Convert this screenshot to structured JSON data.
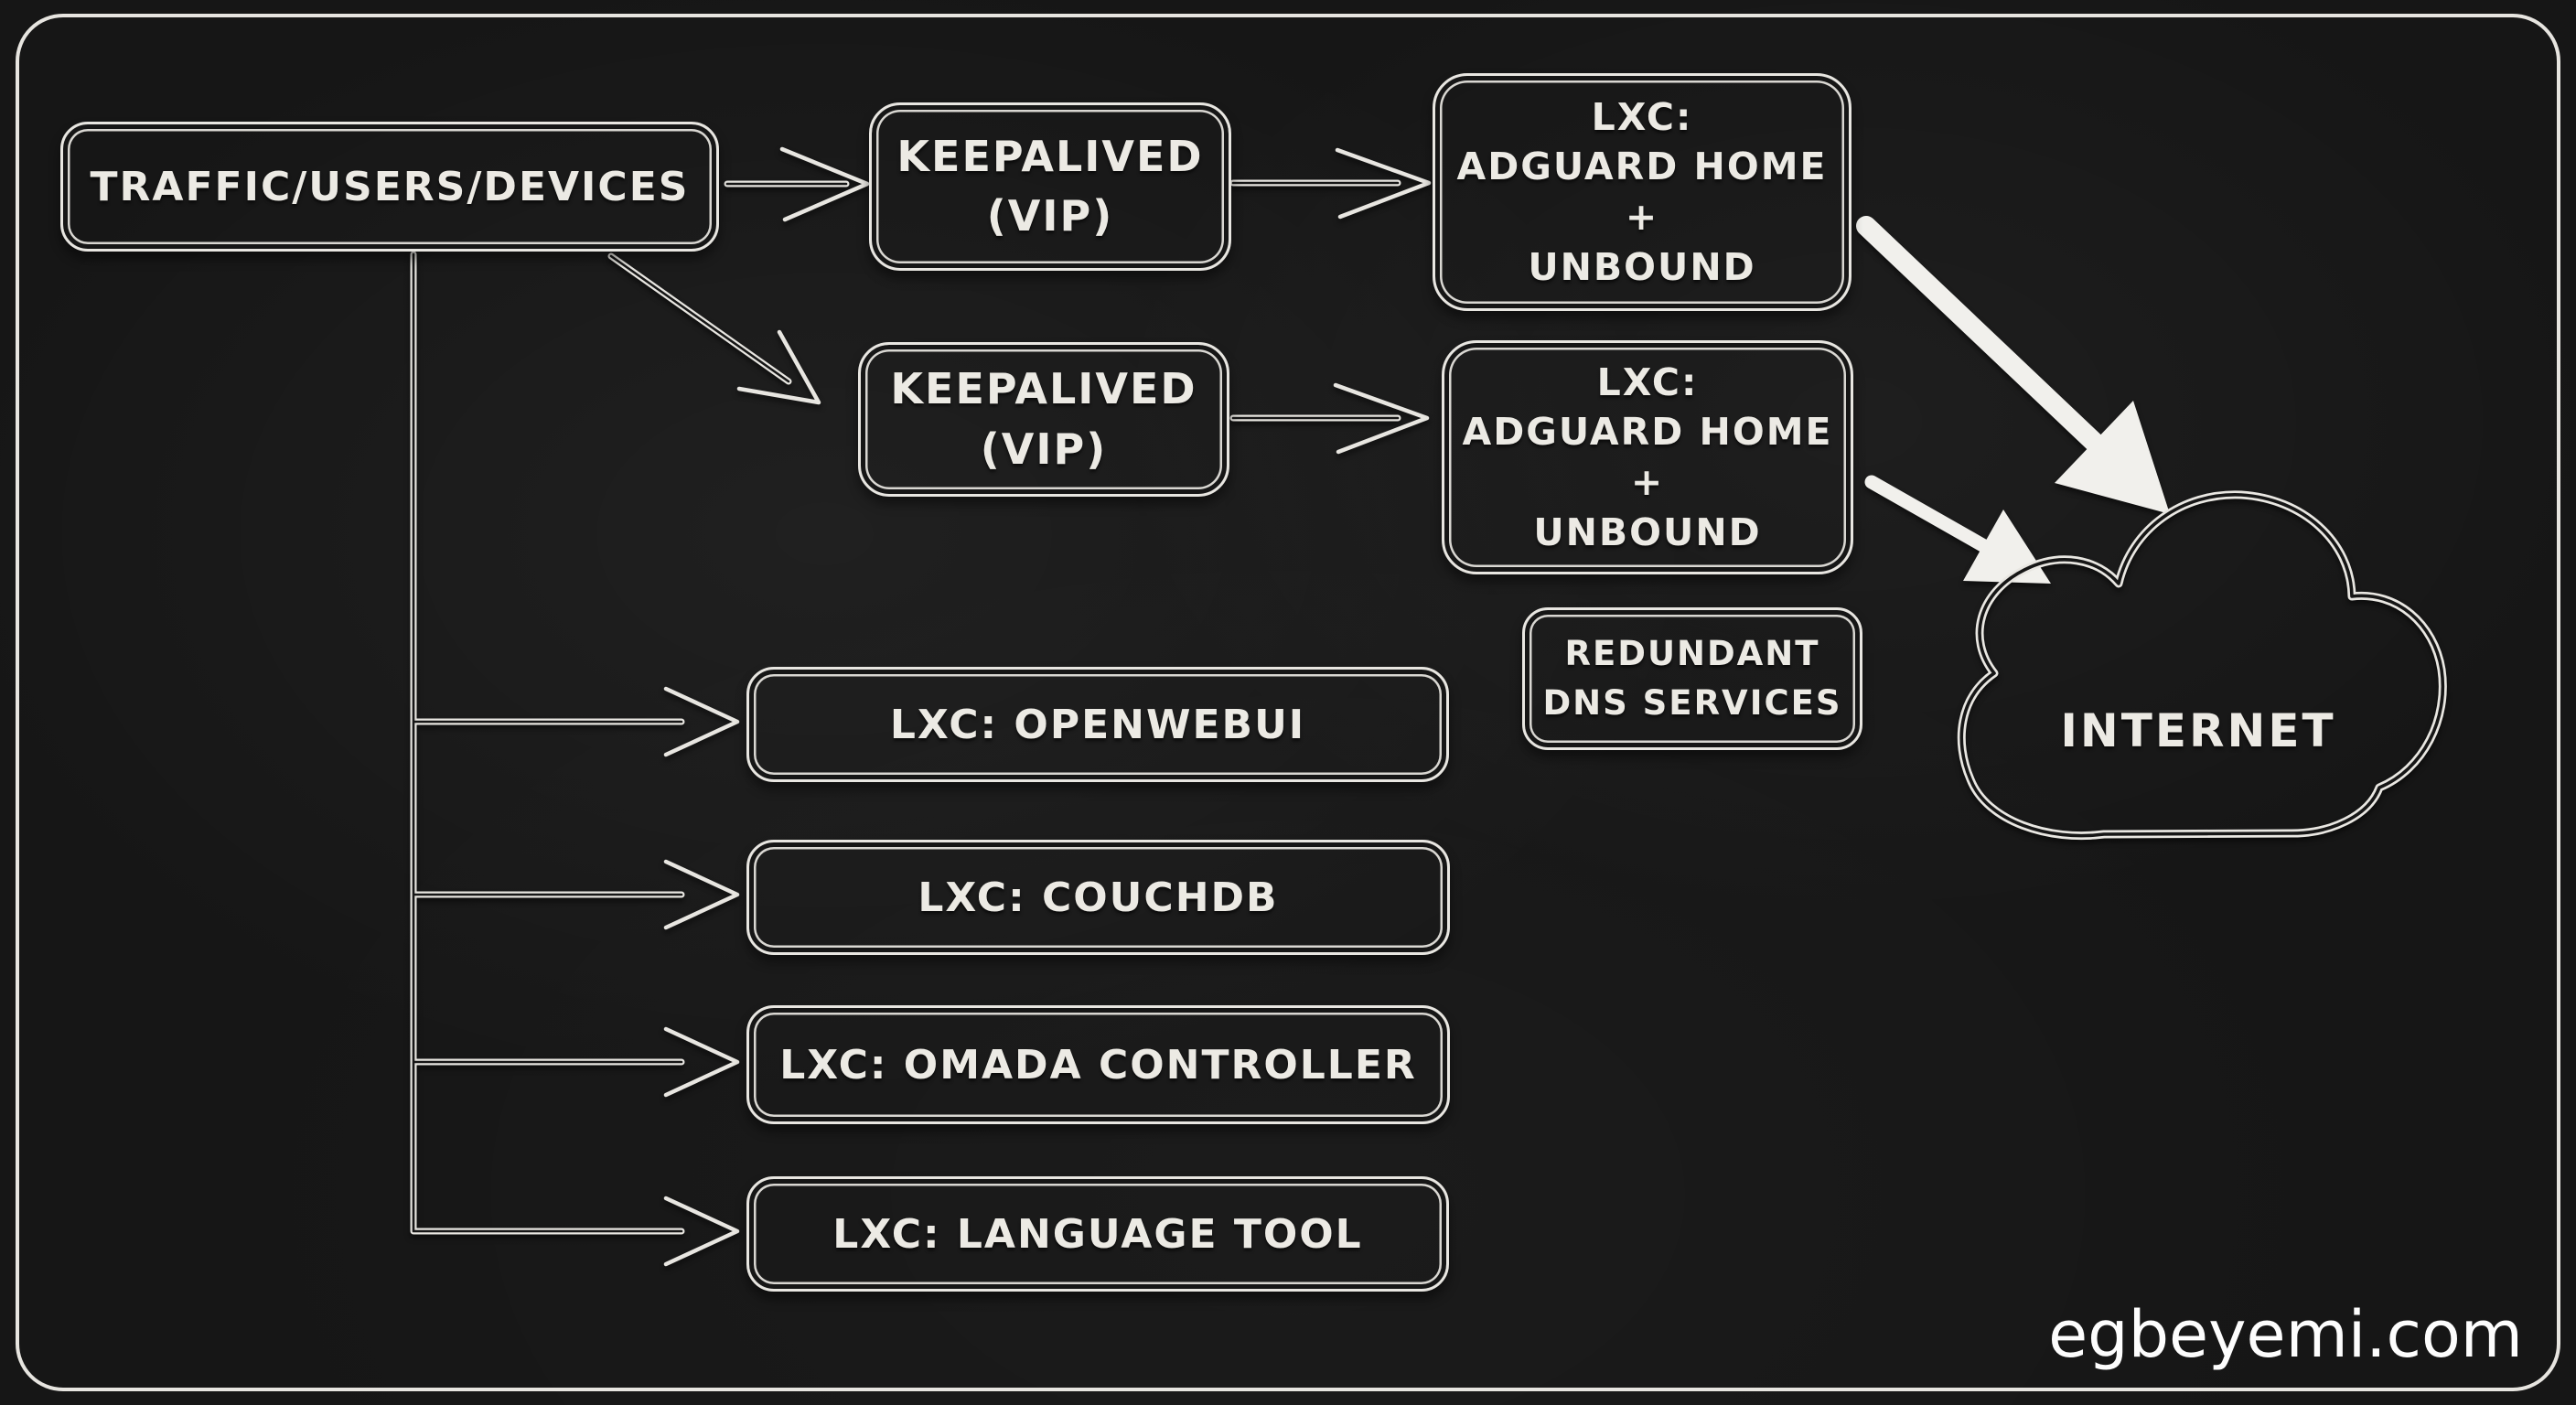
{
  "nodes": {
    "traffic": "TRAFFIC/USERS/DEVICES",
    "keepalived_primary": "KEEPALIVED\n(VIP)",
    "keepalived_secondary": "KEEPALIVED\n(VIP)",
    "adguard_primary": "LXC:\nADGUARD HOME\n+\nUNBOUND",
    "adguard_secondary": "LXC:\nADGUARD HOME\n+\nUNBOUND",
    "redundant_dns": "REDUNDANT\nDNS SERVICES",
    "openwebui": "LXC: OPENWEBUI",
    "couchdb": "LXC: COUCHDB",
    "omada": "LXC: OMADA CONTROLLER",
    "language_tool": "LXC: LANGUAGE TOOL",
    "internet": "INTERNET"
  },
  "watermark": "egbeyemi.com",
  "colors": {
    "background": "#161616",
    "line": "#e8e6e1",
    "text": "#eceae4",
    "thick_arrow": "#f1f0ec",
    "watermark": "#fdfdfd"
  }
}
